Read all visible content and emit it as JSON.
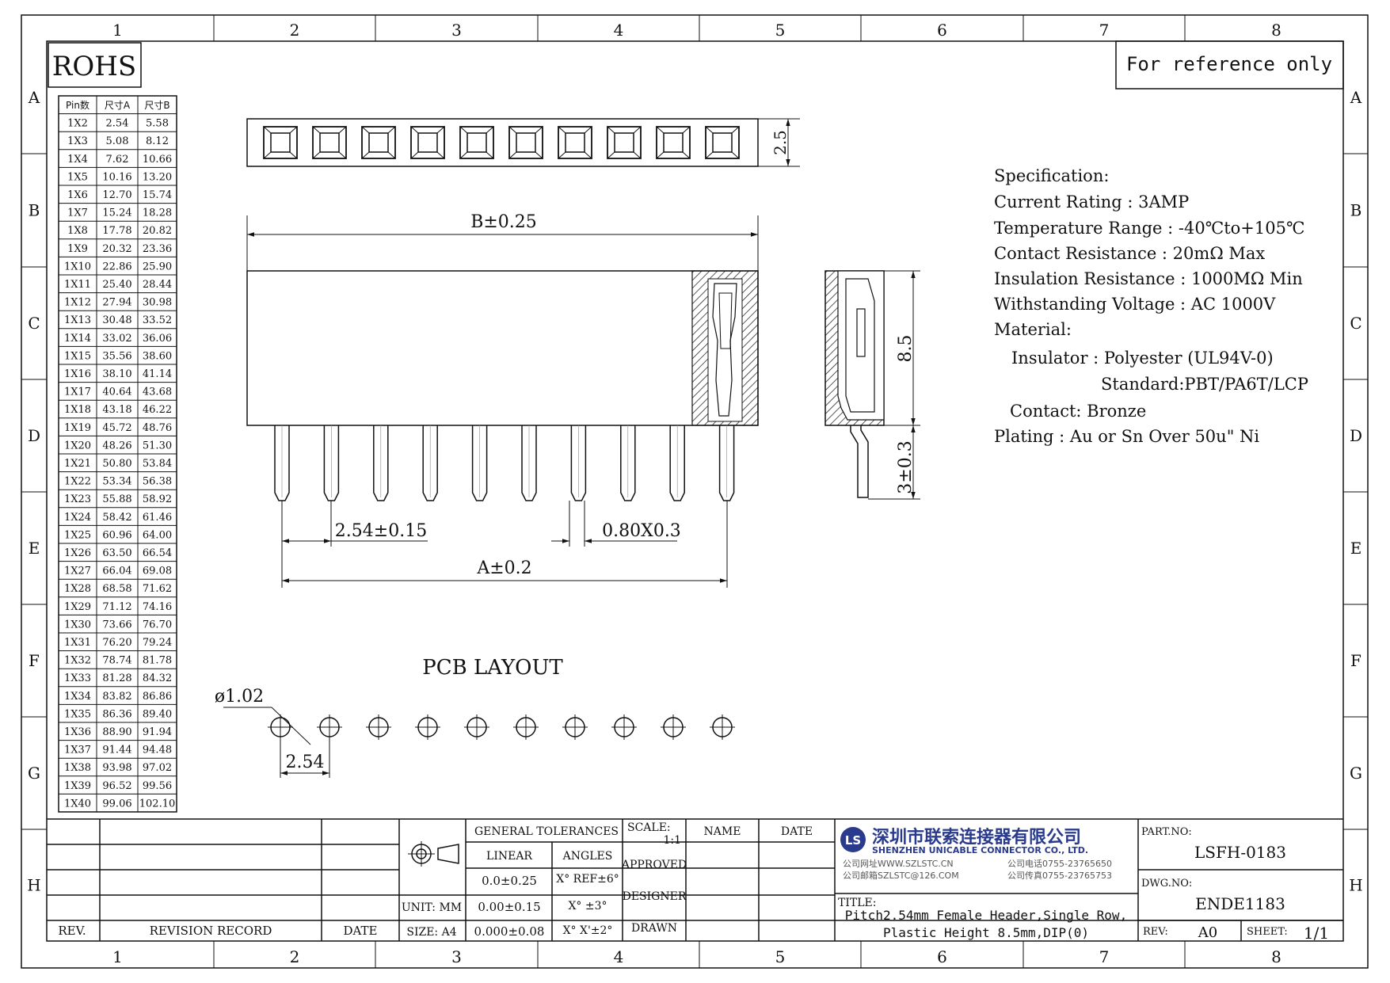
{
  "zones": {
    "columns": [
      "1",
      "2",
      "3",
      "4",
      "5",
      "6",
      "7",
      "8"
    ],
    "rows": [
      "A",
      "B",
      "C",
      "D",
      "E",
      "F",
      "G",
      "H"
    ]
  },
  "rohs": "ROHS",
  "reference_note": "For reference only",
  "pin_table": {
    "headers": [
      "Pin数",
      "尺寸A",
      "尺寸B"
    ],
    "rows": [
      [
        "1X2",
        "2.54",
        "5.58"
      ],
      [
        "1X3",
        "5.08",
        "8.12"
      ],
      [
        "1X4",
        "7.62",
        "10.66"
      ],
      [
        "1X5",
        "10.16",
        "13.20"
      ],
      [
        "1X6",
        "12.70",
        "15.74"
      ],
      [
        "1X7",
        "15.24",
        "18.28"
      ],
      [
        "1X8",
        "17.78",
        "20.82"
      ],
      [
        "1X9",
        "20.32",
        "23.36"
      ],
      [
        "1X10",
        "22.86",
        "25.90"
      ],
      [
        "1X11",
        "25.40",
        "28.44"
      ],
      [
        "1X12",
        "27.94",
        "30.98"
      ],
      [
        "1X13",
        "30.48",
        "33.52"
      ],
      [
        "1X14",
        "33.02",
        "36.06"
      ],
      [
        "1X15",
        "35.56",
        "38.60"
      ],
      [
        "1X16",
        "38.10",
        "41.14"
      ],
      [
        "1X17",
        "40.64",
        "43.68"
      ],
      [
        "1X18",
        "43.18",
        "46.22"
      ],
      [
        "1X19",
        "45.72",
        "48.76"
      ],
      [
        "1X20",
        "48.26",
        "51.30"
      ],
      [
        "1X21",
        "50.80",
        "53.84"
      ],
      [
        "1X22",
        "53.34",
        "56.38"
      ],
      [
        "1X23",
        "55.88",
        "58.92"
      ],
      [
        "1X24",
        "58.42",
        "61.46"
      ],
      [
        "1X25",
        "60.96",
        "64.00"
      ],
      [
        "1X26",
        "63.50",
        "66.54"
      ],
      [
        "1X27",
        "66.04",
        "69.08"
      ],
      [
        "1X28",
        "68.58",
        "71.62"
      ],
      [
        "1X29",
        "71.12",
        "74.16"
      ],
      [
        "1X30",
        "73.66",
        "76.70"
      ],
      [
        "1X31",
        "76.20",
        "79.24"
      ],
      [
        "1X32",
        "78.74",
        "81.78"
      ],
      [
        "1X33",
        "81.28",
        "84.32"
      ],
      [
        "1X34",
        "83.82",
        "86.86"
      ],
      [
        "1X35",
        "86.36",
        "89.40"
      ],
      [
        "1X36",
        "88.90",
        "91.94"
      ],
      [
        "1X37",
        "91.44",
        "94.48"
      ],
      [
        "1X38",
        "93.98",
        "97.02"
      ],
      [
        "1X39",
        "96.52",
        "99.56"
      ],
      [
        "1X40",
        "99.06",
        "102.10"
      ]
    ]
  },
  "dimensions": {
    "top_height": "2.5",
    "body_width": "B±0.25",
    "body_height": "8.5",
    "pin_length": "3±0.3",
    "pitch": "2.54±0.15",
    "pin_section": "0.80X0.3",
    "pin_span": "A±0.2",
    "hole_dia": "ø1.02",
    "hole_pitch": "2.54"
  },
  "pcb_layout_label": "PCB LAYOUT",
  "spec": {
    "lines": [
      "Specification:",
      "Current Rating : 3AMP",
      "Temperature Range : -40℃to+105℃",
      "Contact Resistance : 20mΩ Max",
      "Insulation Resistance : 1000MΩ Min",
      "Withstanding Voltage : AC 1000V",
      "Material:",
      "Insulator : Polyester (UL94V-0)",
      "Standard:PBT/PA6T/LCP",
      "Contact: Bronze",
      "Plating : Au or Sn Over 50u\" Ni"
    ]
  },
  "title_block": {
    "rev_label": "REV.",
    "revision_record_label": "REVISION RECORD",
    "date_label": "DATE",
    "unit_label": "UNIT: MM",
    "size_label": "SIZE: A4",
    "general_tolerances": "GENERAL TOLERANCES",
    "linear": "LINEAR",
    "angles": "ANGLES",
    "tol_linear": [
      "0.0±0.25",
      "0.00±0.15",
      "0.000±0.08"
    ],
    "tol_angles": [
      "X° REF±6°",
      "X° ±3°",
      "X° X'±2°"
    ],
    "scale_label": "SCALE:",
    "scale_value": "1:1",
    "name_label": "NAME",
    "date_col_label": "DATE",
    "approved": "APPROVED",
    "designer": "DESIGNER",
    "drawn": "DRAWN",
    "company_cn": "深圳市联索连接器有限公司",
    "company_en": "SHENZHEN UNICABLE CONNECTOR CO., LTD.",
    "website": "公司网址WWW.SZLSTC.CN",
    "email": "公司邮箱SZLSTC@126.COM",
    "phone": "公司电话0755-23765650",
    "fax": "公司传真0755-23765753",
    "title_label": "TITLE:",
    "title_line1": "Pitch2.54mm Female Header,Single Row,",
    "title_line2": "Plastic Height 8.5mm,DIP(0)",
    "part_no_label": "PART.NO:",
    "part_no": "LSFH-0183",
    "dwg_no_label": "DWG.NO:",
    "dwg_no": "ENDE1183",
    "rev_value_label": "REV:",
    "rev_value": "A0",
    "sheet_label": "SHEET:",
    "sheet_value": "1/1"
  }
}
